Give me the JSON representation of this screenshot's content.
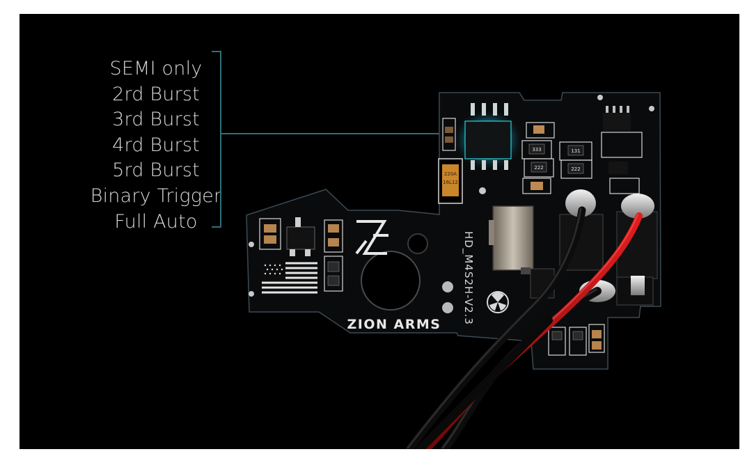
{
  "firing_modes": {
    "items": [
      "SEMI only",
      "2rd Burst",
      "3rd Burst",
      "4rd Burst",
      "5rd Burst",
      "Binary Trigger",
      "Full Auto"
    ]
  },
  "board": {
    "brand": "ZION ARMS",
    "model": "HD_M4S2H-V2.3",
    "cap_label_1": "220A",
    "cap_label_2": "16L12",
    "resistor_1": "333",
    "resistor_2": "222",
    "resistor_3": "131",
    "resistor_4": "222"
  },
  "colors": {
    "background": "#000000",
    "bracket": "#2f6f7a",
    "glow": "#2ff6ff",
    "text": "#d8d8d8",
    "wire_red": "#d0181a",
    "wire_black": "#1a1a1a"
  }
}
